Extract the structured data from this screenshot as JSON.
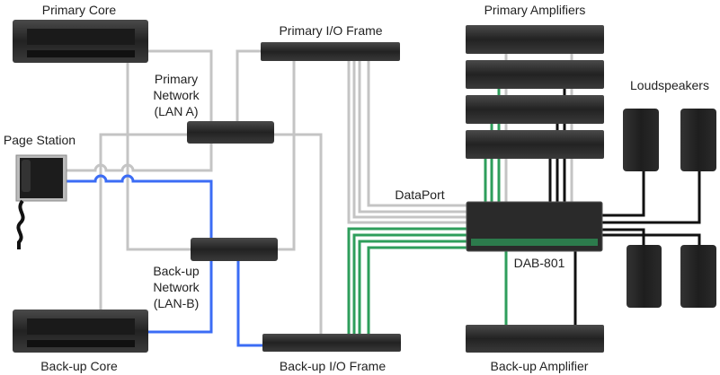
{
  "labels": {
    "primary_core": "Primary Core",
    "backup_core": "Back-up Core",
    "page_station": "Page Station",
    "primary_network": [
      "Primary",
      "Network",
      "(LAN A)"
    ],
    "backup_network": [
      "Back-up",
      "Network",
      "(LAN-B)"
    ],
    "primary_io": "Primary I/O Frame",
    "backup_io": "Back-up I/O Frame",
    "primary_amps": "Primary Amplifiers",
    "backup_amp": "Back-up Amplifier",
    "loudspeakers": "Loudspeakers",
    "dataport": "DataPort",
    "dab": "DAB-801"
  },
  "colors": {
    "lan_a": "#c4c4c4",
    "lan_b": "#3b6cf5",
    "dataport_backup": "#2e9e5b",
    "speaker_cable": "#111111",
    "device": "#2b2b2b"
  }
}
